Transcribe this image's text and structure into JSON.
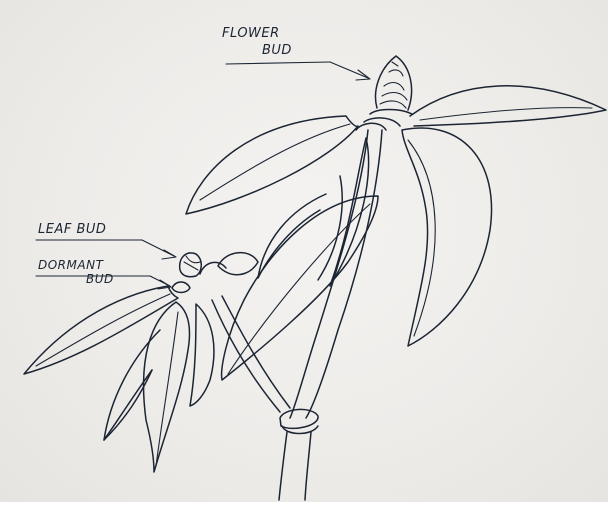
{
  "labels": {
    "flower_bud_line1": "FLOWER",
    "flower_bud_line2": "BUD",
    "leaf_bud": "LEAF BUD",
    "dormant_bud_line1": "DORMANT",
    "dormant_bud_line2": "BUD"
  },
  "colors": {
    "ink": "#1c2533",
    "paper": "#efedea"
  }
}
